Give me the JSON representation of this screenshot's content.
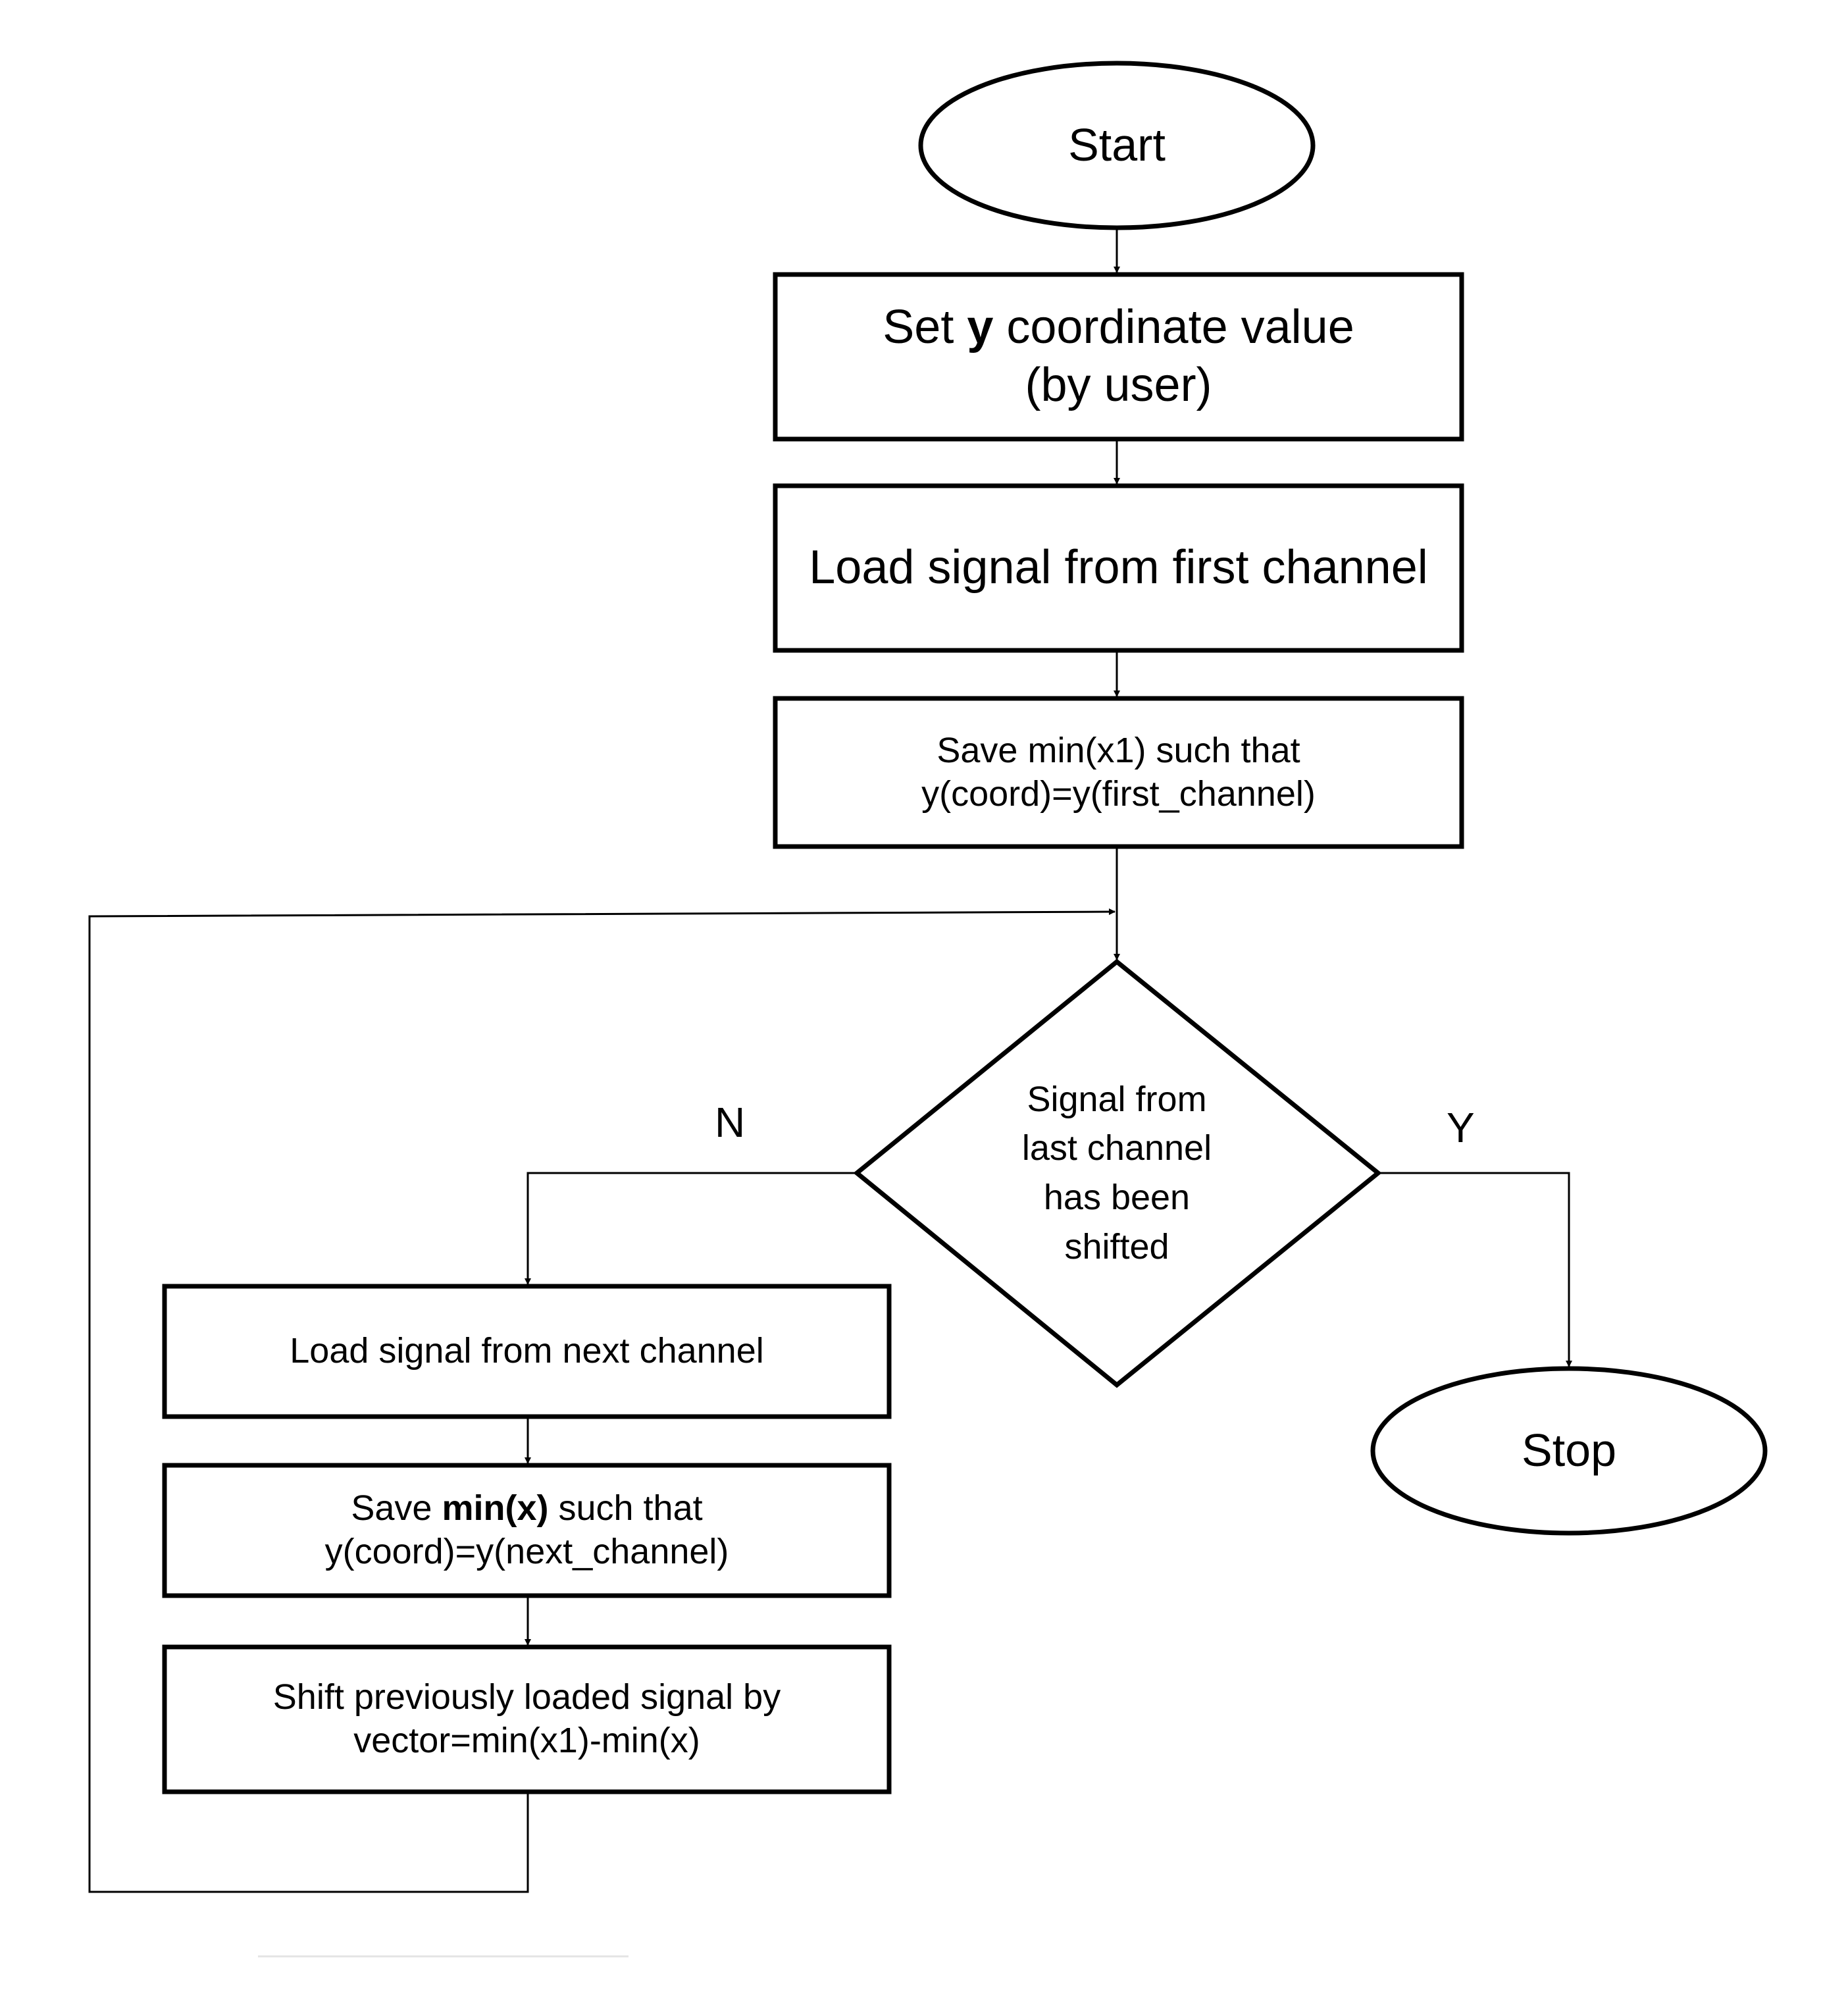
{
  "flowchart": {
    "start": {
      "label": "Start"
    },
    "set_y": {
      "line1_prefix": "Set ",
      "line1_bold": "y",
      "line1_suffix": " coordinate value",
      "line2": "(by user)"
    },
    "load_first": {
      "label": "Load signal from first channel"
    },
    "save_min_x1": {
      "line1": "Save min(x1) such that",
      "line2": "y(coord)=y(first_channel)"
    },
    "decision": {
      "line1": "Signal from",
      "line2": "last channel",
      "line3": "has been",
      "line4": "shifted"
    },
    "branch_no": "N",
    "branch_yes": "Y",
    "stop": {
      "label": "Stop"
    },
    "load_next": {
      "label": "Load signal from next channel"
    },
    "save_min_x": {
      "line1_prefix": "Save ",
      "line1_bold": "min(x)",
      "line1_suffix": " such that",
      "line2": "y(coord)=y(next_channel)"
    },
    "shift": {
      "line1": "Shift previously loaded signal by",
      "line2": "vector=min(x1)-min(x)"
    }
  },
  "colors": {
    "stroke": "#000000",
    "fill": "#ffffff",
    "text": "#000000"
  }
}
